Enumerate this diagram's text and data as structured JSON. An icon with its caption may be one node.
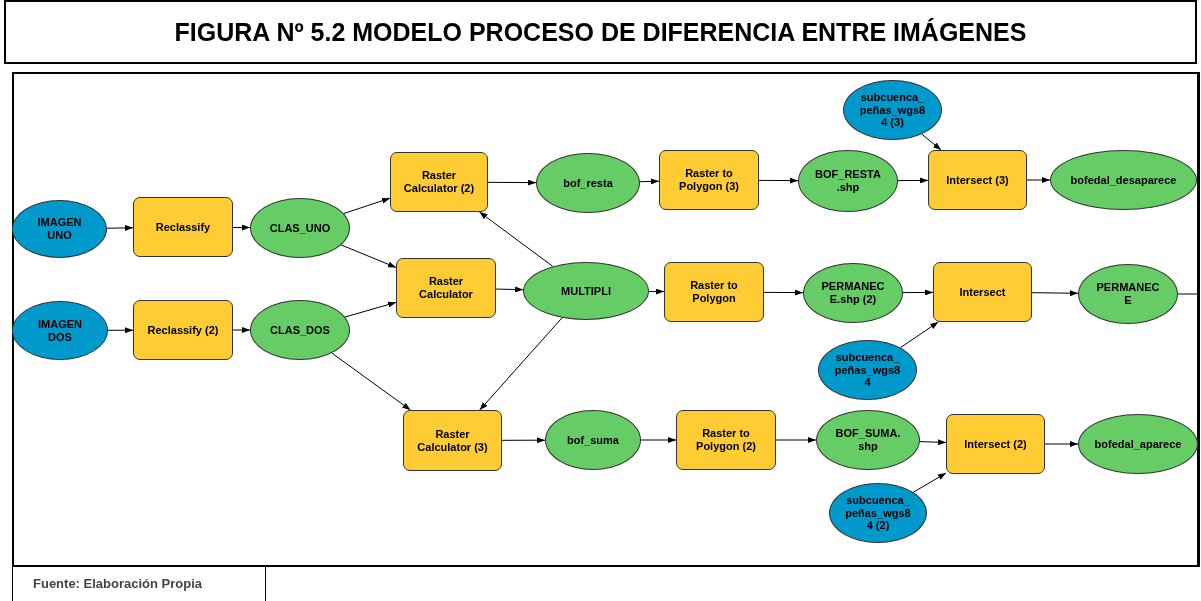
{
  "diagram": {
    "title": "FIGURA Nº 5.2 MODELO PROCESO DE DIFERENCIA ENTRE IMÁGENES",
    "caption": "Fuente: Elaboración Propia",
    "nodes": [
      {
        "text": [
          "IMAGEN UNO"
        ]
      },
      {
        "text": [
          "Reclassify"
        ]
      },
      {
        "text": [
          "CLAS_UNO"
        ]
      },
      {
        "text": [
          "Raster Calculator (2)"
        ]
      },
      {
        "text": [
          "bof_resta"
        ]
      },
      {
        "text": [
          "Raster to Polygon (3)"
        ]
      },
      {
        "text": [
          "BOF_RESTA .shp"
        ]
      },
      {
        "text": [
          "subcuenca_ peñas_wgs8 4 (3)"
        ]
      },
      {
        "text": [
          "Intersect (3)"
        ]
      },
      {
        "text": [
          "bofedal_desaparece"
        ]
      },
      {
        "text": [
          "Raster Calculator"
        ]
      },
      {
        "text": [
          "MULTIPLI"
        ]
      },
      {
        "text": [
          "Raster to Polygon"
        ]
      },
      {
        "text": [
          "PERMANEC E.shp (2)"
        ]
      },
      {
        "text": [
          "Intersect"
        ]
      },
      {
        "text": [
          "PERMANEC E"
        ]
      },
      {
        "text": [
          "subcuenca_ peñas_wgs8 4"
        ]
      },
      {
        "text": [
          "IMAGEN DOS"
        ]
      },
      {
        "text": [
          "Reclassify (2)"
        ]
      },
      {
        "text": [
          "CLAS_DOS"
        ]
      },
      {
        "text": [
          "Raster Calculator (3)"
        ]
      },
      {
        "text": [
          "bof_suma"
        ]
      },
      {
        "text": [
          "Raster to Polygon (2)"
        ]
      },
      {
        "text": [
          "BOF_SUMA. shp"
        ]
      },
      {
        "text": [
          "subcuenca_ peñas_wgs8 4 (2)"
        ]
      },
      {
        "text": [
          "Intersect (2)"
        ]
      },
      {
        "text": [
          "bofedal_aparece"
        ]
      }
    ],
    "edges": [
      {
        "from": 0,
        "to": 1,
        "arrow": "to"
      },
      {
        "from": 1,
        "to": 2,
        "arrow": "to"
      },
      {
        "from": 2,
        "to": 3,
        "arrow": "to"
      },
      {
        "from": 2,
        "to": 10,
        "arrow": "to"
      },
      {
        "from": 3,
        "to": 4,
        "arrow": "to"
      },
      {
        "from": 4,
        "to": 5,
        "arrow": "to"
      },
      {
        "from": 5,
        "to": 6,
        "arrow": "to"
      },
      {
        "from": 6,
        "to": 8,
        "arrow": "to"
      },
      {
        "from": 7,
        "to": 8,
        "arrow": "to"
      },
      {
        "from": 8,
        "to": 9,
        "arrow": "to"
      },
      {
        "from": 11,
        "to": 3,
        "arrow": "to"
      },
      {
        "from": 10,
        "to": 11,
        "arrow": "to"
      },
      {
        "from": 11,
        "to": 12,
        "arrow": "to"
      },
      {
        "from": 12,
        "to": 13,
        "arrow": "to"
      },
      {
        "from": 13,
        "to": 14,
        "arrow": "to"
      },
      {
        "from": 16,
        "to": 14,
        "arrow": "to"
      },
      {
        "from": 14,
        "to": 15,
        "arrow": "to"
      },
      {
        "from": 15,
        "to": null,
        "arrow": "none"
      },
      {
        "from": 17,
        "to": 18,
        "arrow": "to"
      },
      {
        "from": 18,
        "to": 19,
        "arrow": "to"
      },
      {
        "from": 19,
        "to": 10,
        "arrow": "to"
      },
      {
        "from": 19,
        "to": 20,
        "arrow": "to"
      },
      {
        "from": 11,
        "to": 20,
        "arrow": "to"
      },
      {
        "from": 20,
        "to": 21,
        "arrow": "to"
      },
      {
        "from": 21,
        "to": 22,
        "arrow": "to"
      },
      {
        "from": 22,
        "to": 23,
        "arrow": "to"
      },
      {
        "from": 23,
        "to": 25,
        "arrow": "to"
      },
      {
        "from": 24,
        "to": 25,
        "arrow": "to"
      },
      {
        "from": 25,
        "to": 26,
        "arrow": "to"
      }
    ]
  }
}
